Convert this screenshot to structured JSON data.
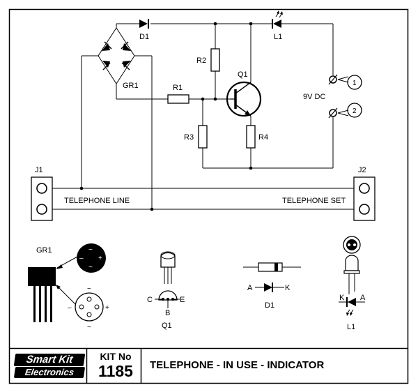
{
  "labels": {
    "d1": "D1",
    "gr1": "GR1",
    "r1": "R1",
    "r2": "R2",
    "r3": "R3",
    "r4": "R4",
    "q1": "Q1",
    "l1": "L1",
    "supply": "9V DC",
    "terminal_1": "1",
    "terminal_2": "2",
    "j1": "J1",
    "j2": "J2",
    "telephone_line": "TELEPHONE LINE",
    "telephone_set": "TELEPHONE SET"
  },
  "pinouts": {
    "gr1_title": "GR1",
    "gr1_plus": "+",
    "gr1_minus": "–",
    "gr1_ac": "~",
    "q1_c": "C",
    "q1_b": "B",
    "q1_e": "E",
    "q1_title": "Q1",
    "d1_a": "A",
    "d1_k": "K",
    "d1_title": "D1",
    "l1_k": "K",
    "l1_a": "A",
    "l1_title": "L1"
  },
  "footer": {
    "logo_line1": "Smart Kit",
    "logo_line2": "Electronics",
    "kit_label": "KIT No",
    "kit_number": "1185",
    "title": "TELEPHONE - IN USE - INDICATOR"
  },
  "colors": {
    "ink": "#000000",
    "paper": "#ffffff",
    "pcb_fill": "#eeeeee"
  }
}
